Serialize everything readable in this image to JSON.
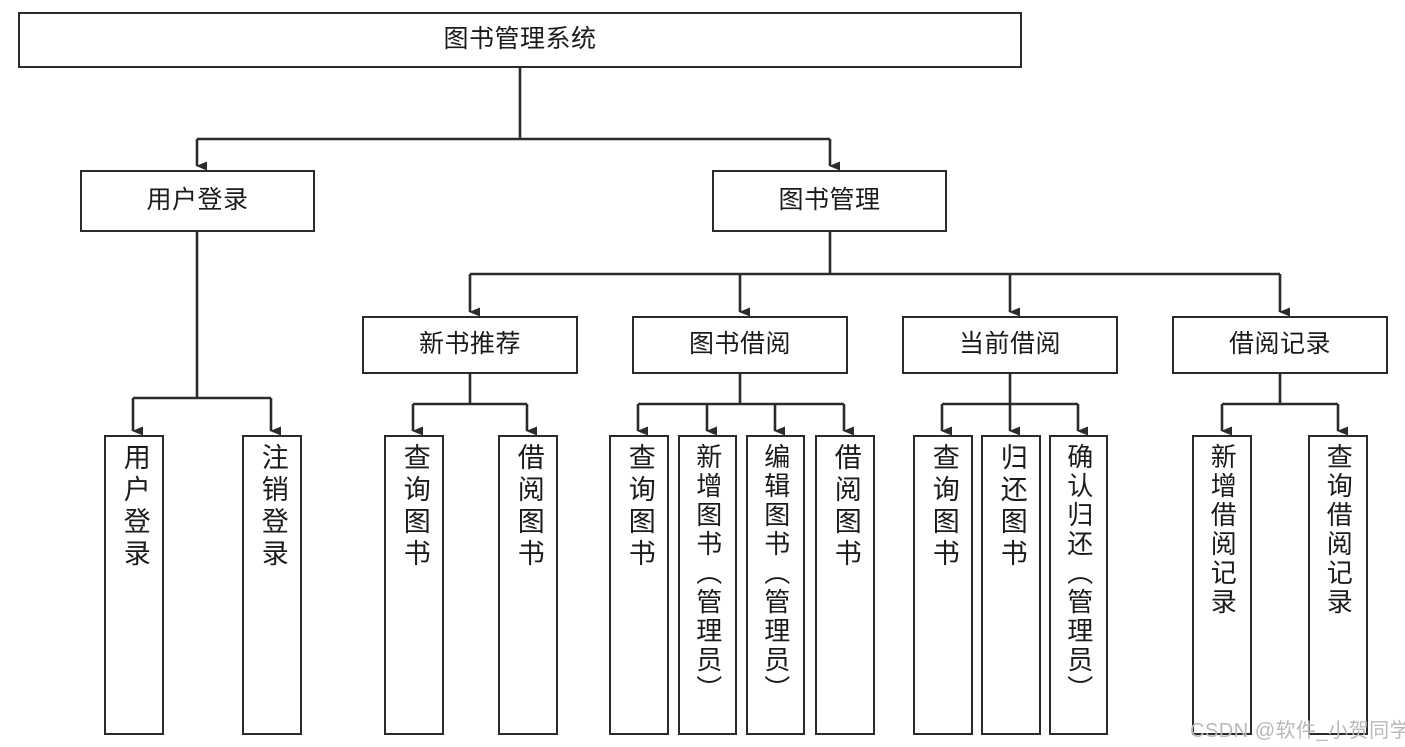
{
  "diagram": {
    "type": "tree-hierarchy",
    "title": "图书管理系统",
    "root": {
      "label": "图书管理系统"
    },
    "level2": [
      {
        "label": "用户登录"
      },
      {
        "label": "图书管理"
      }
    ],
    "level3": [
      {
        "label": "新书推荐"
      },
      {
        "label": "图书借阅"
      },
      {
        "label": "当前借阅"
      },
      {
        "label": "借阅记录"
      }
    ],
    "leaves": [
      {
        "label": "用户登录",
        "parent": "用户登录"
      },
      {
        "label": "注销登录",
        "parent": "用户登录"
      },
      {
        "label": "查询图书",
        "parent": "新书推荐"
      },
      {
        "label": "借阅图书",
        "parent": "新书推荐"
      },
      {
        "label": "查询图书",
        "parent": "图书借阅"
      },
      {
        "label": "新增图书（管理员）",
        "parent": "图书借阅"
      },
      {
        "label": "编辑图书（管理员）",
        "parent": "图书借阅"
      },
      {
        "label": "借阅图书",
        "parent": "图书借阅"
      },
      {
        "label": "查询图书",
        "parent": "当前借阅"
      },
      {
        "label": "归还图书",
        "parent": "当前借阅"
      },
      {
        "label": "确认归还（管理员）",
        "parent": "当前借阅"
      },
      {
        "label": "新增借阅记录",
        "parent": "借阅记录"
      },
      {
        "label": "查询借阅记录",
        "parent": "借阅记录"
      }
    ]
  },
  "watermark": {
    "text": "CSDN @软件_小贺同学"
  },
  "colors": {
    "stroke": "#2b2b2b",
    "fill": "#ffffff",
    "text": "#1b1b1b",
    "watermark": "#b9b9b9"
  }
}
